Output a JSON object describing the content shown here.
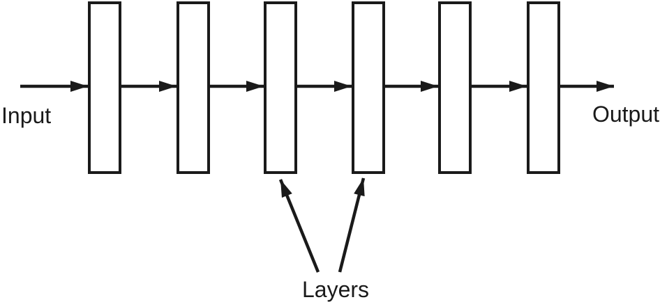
{
  "diagram": {
    "description": "Sequential neural network layers flow diagram",
    "labels": {
      "input": "Input",
      "output": "Output",
      "layers": "Layers"
    },
    "layer_count": 6,
    "flow_direction": "left-to-right",
    "colors": {
      "stroke": "#1a1a1a",
      "background": "#ffffff"
    }
  }
}
